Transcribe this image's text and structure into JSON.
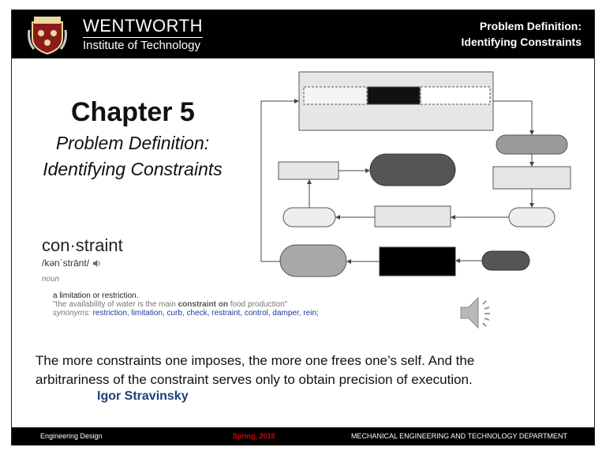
{
  "header": {
    "org_name": "WENTWORTH",
    "org_sub": "Institute of Technology",
    "title_line1": "Problem Definition:",
    "title_line2": "Identifying Constraints"
  },
  "main": {
    "chapter": "Chapter 5",
    "subtitle_line1": "Problem Definition:",
    "subtitle_line2": "Identifying Constraints"
  },
  "dictionary": {
    "word": "con·straint",
    "pronunciation": "/kənˈstrānt/",
    "pos": "noun",
    "definition": "a limitation or restriction.",
    "example_pre": "\"the availability of water is the main ",
    "example_bold": "constraint on",
    "example_post": " food production\"",
    "synonyms_label": "synonyms:",
    "synonyms": "restriction, limitation, curb, check, restraint, control, damper, rein;"
  },
  "quote": {
    "line1": "The more constraints one imposes, the more one frees one’s self.  And the",
    "line2": "arbitrariness of the constraint serves only to obtain precision of execution.",
    "author": "Igor Stravinsky"
  },
  "footer": {
    "left": "Engineering Design",
    "middle": "Spring, 2015",
    "right": "MECHANICAL ENGINEERING AND TECHNOLOGY DEPARTMENT"
  },
  "colors": {
    "header_bg": "#000000",
    "author": "#1f3f7a",
    "footer_middle": "#e00000",
    "synonyms": "#1a3d9a"
  }
}
